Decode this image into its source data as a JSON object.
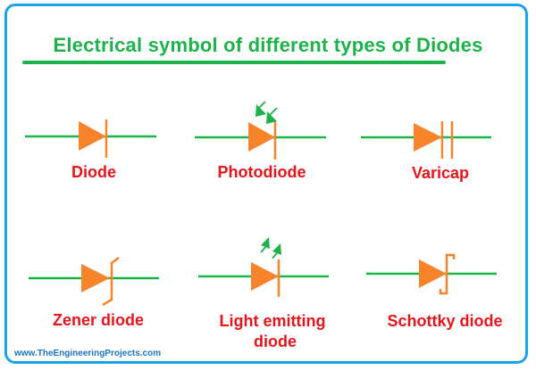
{
  "title": "Electrical symbol of different types of Diodes",
  "colors": {
    "border": "#1aa3e8",
    "title": "#1db24a",
    "wire": "#1db24a",
    "diode": "#f7832a",
    "label": "#e8141b",
    "arrows": "#1db24a",
    "footer": "#1a75c8"
  },
  "diodes": [
    {
      "name": "Diode",
      "symbol": "standard-diode"
    },
    {
      "name": "Photodiode",
      "symbol": "photodiode"
    },
    {
      "name": "Varicap",
      "symbol": "varicap"
    },
    {
      "name": "Zener diode",
      "symbol": "zener-diode"
    },
    {
      "name": "Light emitting",
      "name_line2": "diode",
      "symbol": "led"
    },
    {
      "name": "Schottky diode",
      "symbol": "schottky-diode"
    }
  ],
  "footer": "www.TheEngineeringProjects.com"
}
